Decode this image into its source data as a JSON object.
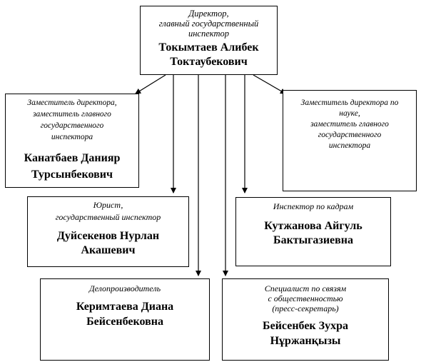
{
  "director": {
    "role": "Директор,\nглавный государственный\nинспектор",
    "name": "Токымтаев Алибек\nТоктаубекович"
  },
  "deputy_left": {
    "role": "Заместитель директора,\nзаместитель главного\nгосударственного\nинспектора",
    "name": "Канатбаев Данияр\nТурсынбекович"
  },
  "deputy_right": {
    "role": "Заместитель директора по\nнауке,\nзаместитель главного\nгосударственного\nинспектора"
  },
  "lawyer": {
    "role": "Юрист,\nгосударственный инспектор",
    "name": "Дуйсекенов Нурлан\nАкашевич"
  },
  "hr": {
    "role": "Инспектор по кадрам",
    "name": "Кутжанова Айгуль\nБактыгазиевна"
  },
  "clerk": {
    "role": "Делопроизводитель",
    "name": "Керимтаева Диана\nБейсенбековна"
  },
  "pr": {
    "role": "Специалист по связям\nс общественностью\n(пресс-секретарь)",
    "name": "Бейсенбек Зухра\nНұржанқызы"
  }
}
